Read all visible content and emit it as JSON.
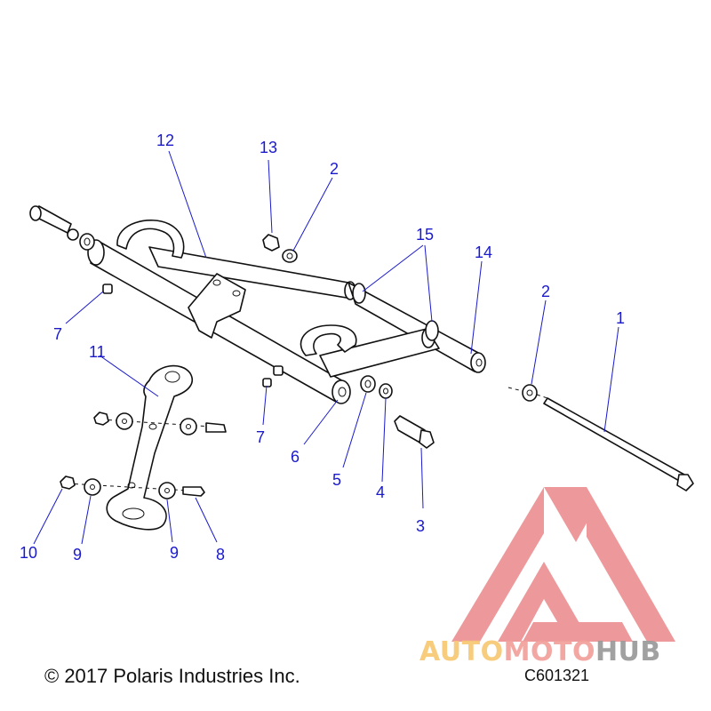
{
  "diagram_code": "C601321",
  "copyright": "© 2017 Polaris Industries Inc.",
  "watermark": {
    "part1": "AUTO",
    "part2": "MOTO",
    "part3": "HUB",
    "color_a": "#f7c873",
    "color_b": "#f2a09b",
    "color_c": "#9a9a9a",
    "logo_color": "#e8787a"
  },
  "callouts": {
    "c1": "1",
    "c2a": "2",
    "c2b": "2",
    "c3": "3",
    "c4": "4",
    "c5": "5",
    "c6": "6",
    "c7a": "7",
    "c7b": "7",
    "c8": "8",
    "c9a": "9",
    "c9b": "9",
    "c10": "10",
    "c11": "11",
    "c12": "12",
    "c13": "13",
    "c14": "14",
    "c15": "15"
  }
}
